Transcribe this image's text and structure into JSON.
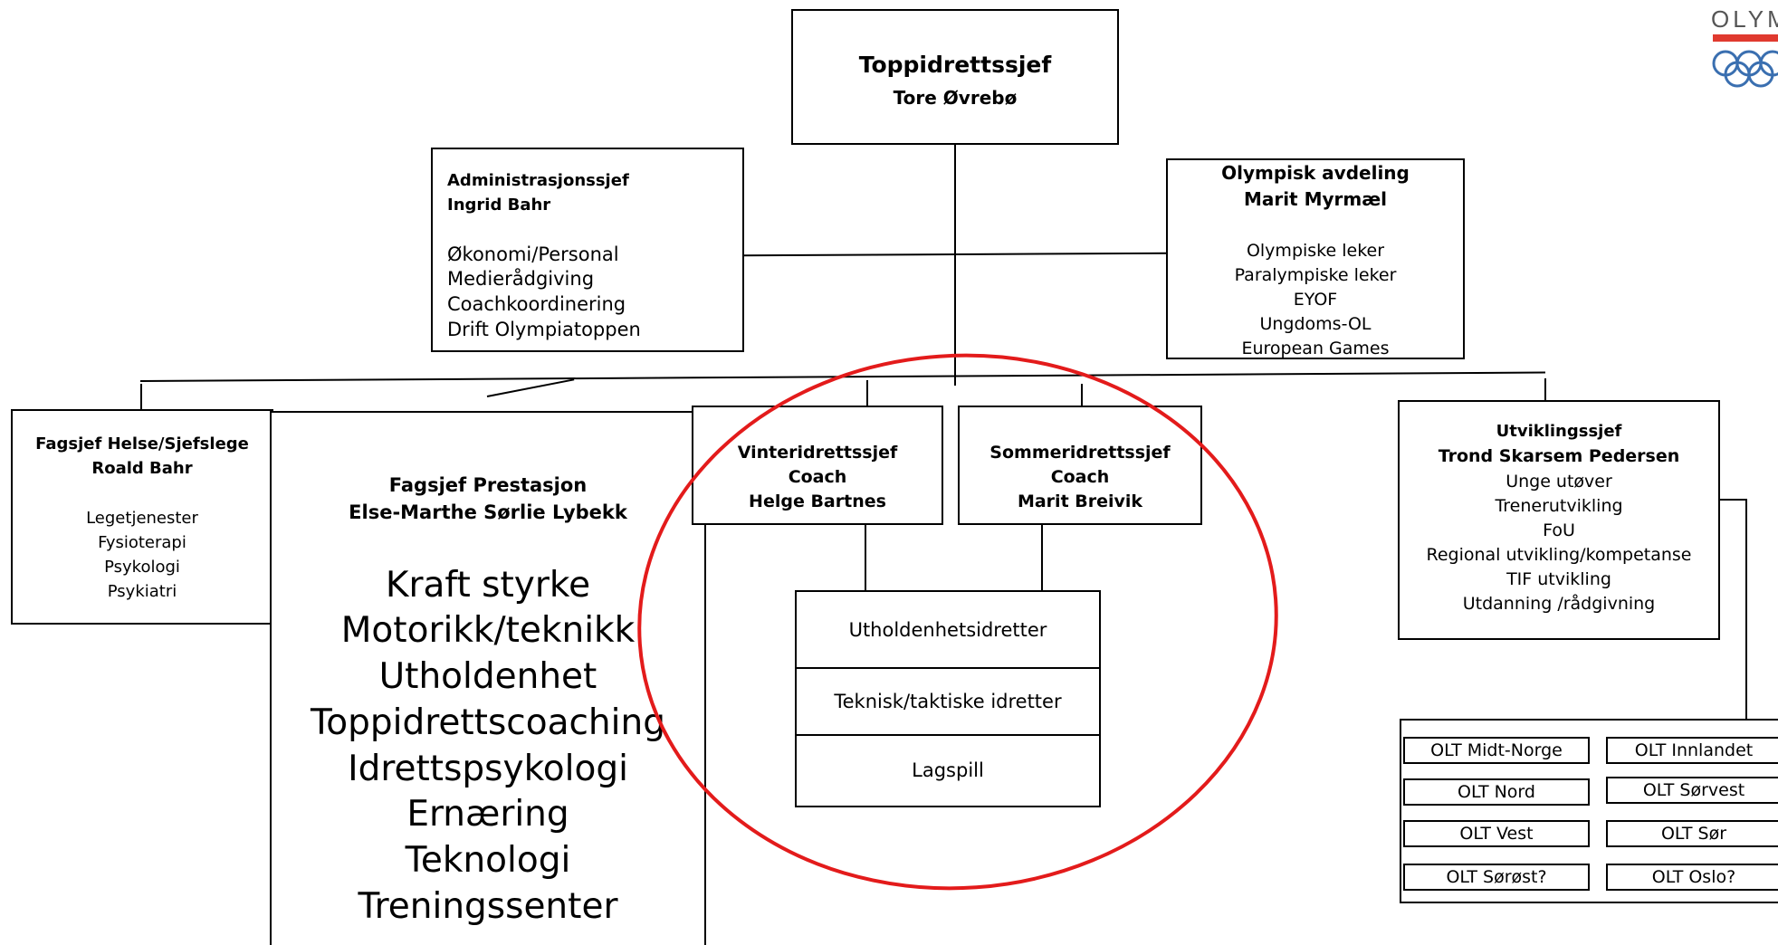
{
  "top": {
    "title": "Toppidrettssjef",
    "name": "Tore Øvrebø"
  },
  "admin": {
    "title": "Administrasjonssjef",
    "name": "Ingrid Bahr",
    "items": [
      "Økonomi/Personal",
      "Medierådgiving",
      "Coachkoordinering",
      "Drift Olympiatoppen"
    ]
  },
  "olympic": {
    "title": "Olympisk avdeling",
    "name": "Marit Myrmæl",
    "items": [
      "Olympiske leker",
      "Paralympiske leker",
      "EYOF",
      "Ungdoms-OL",
      "European Games"
    ]
  },
  "health": {
    "title": "Fagsjef Helse/Sjefslege",
    "name": "Roald Bahr",
    "items": [
      "Legetjenester",
      "Fysioterapi",
      "Psykologi",
      "Psykiatri"
    ]
  },
  "performance": {
    "title": "Fagsjef Prestasjon",
    "name": "Else-Marthe Sørlie Lybekk",
    "items": [
      "Kraft styrke",
      "Motorikk/teknikk",
      "Utholdenhet",
      "Toppidrettscoaching",
      "Idrettspsykologi",
      "Ernæring",
      "Teknologi",
      "Treningssenter"
    ]
  },
  "winter": {
    "title": "Vinteridrettssjef",
    "role": "Coach",
    "name": "Helge Bartnes"
  },
  "summer": {
    "title": "Sommeridrettssjef",
    "role": "Coach",
    "name": "Marit Breivik"
  },
  "sports": [
    "Utholdenhetsidretter",
    "Teknisk/taktiske idretter",
    "Lagspill"
  ],
  "development": {
    "title": "Utviklingssjef",
    "name": "Trond Skarsem Pedersen",
    "items": [
      "Unge utøver",
      "Trenerutvikling",
      "FoU",
      "Regional utvikling/kompetanse",
      "TIF utvikling",
      "Utdanning /rådgivning"
    ]
  },
  "olt": [
    "OLT Midt-Norge",
    "OLT Innlandet",
    "OLT Nord",
    "OLT Sørvest",
    "OLT Vest",
    "OLT Sør",
    "OLT Sørøst?",
    "OLT Oslo?"
  ],
  "logo": {
    "text": "OLYM",
    "colors": {
      "red": "#e03a2f",
      "rings": "#3a6fb0"
    }
  },
  "highlight_color": "#e31b1b"
}
